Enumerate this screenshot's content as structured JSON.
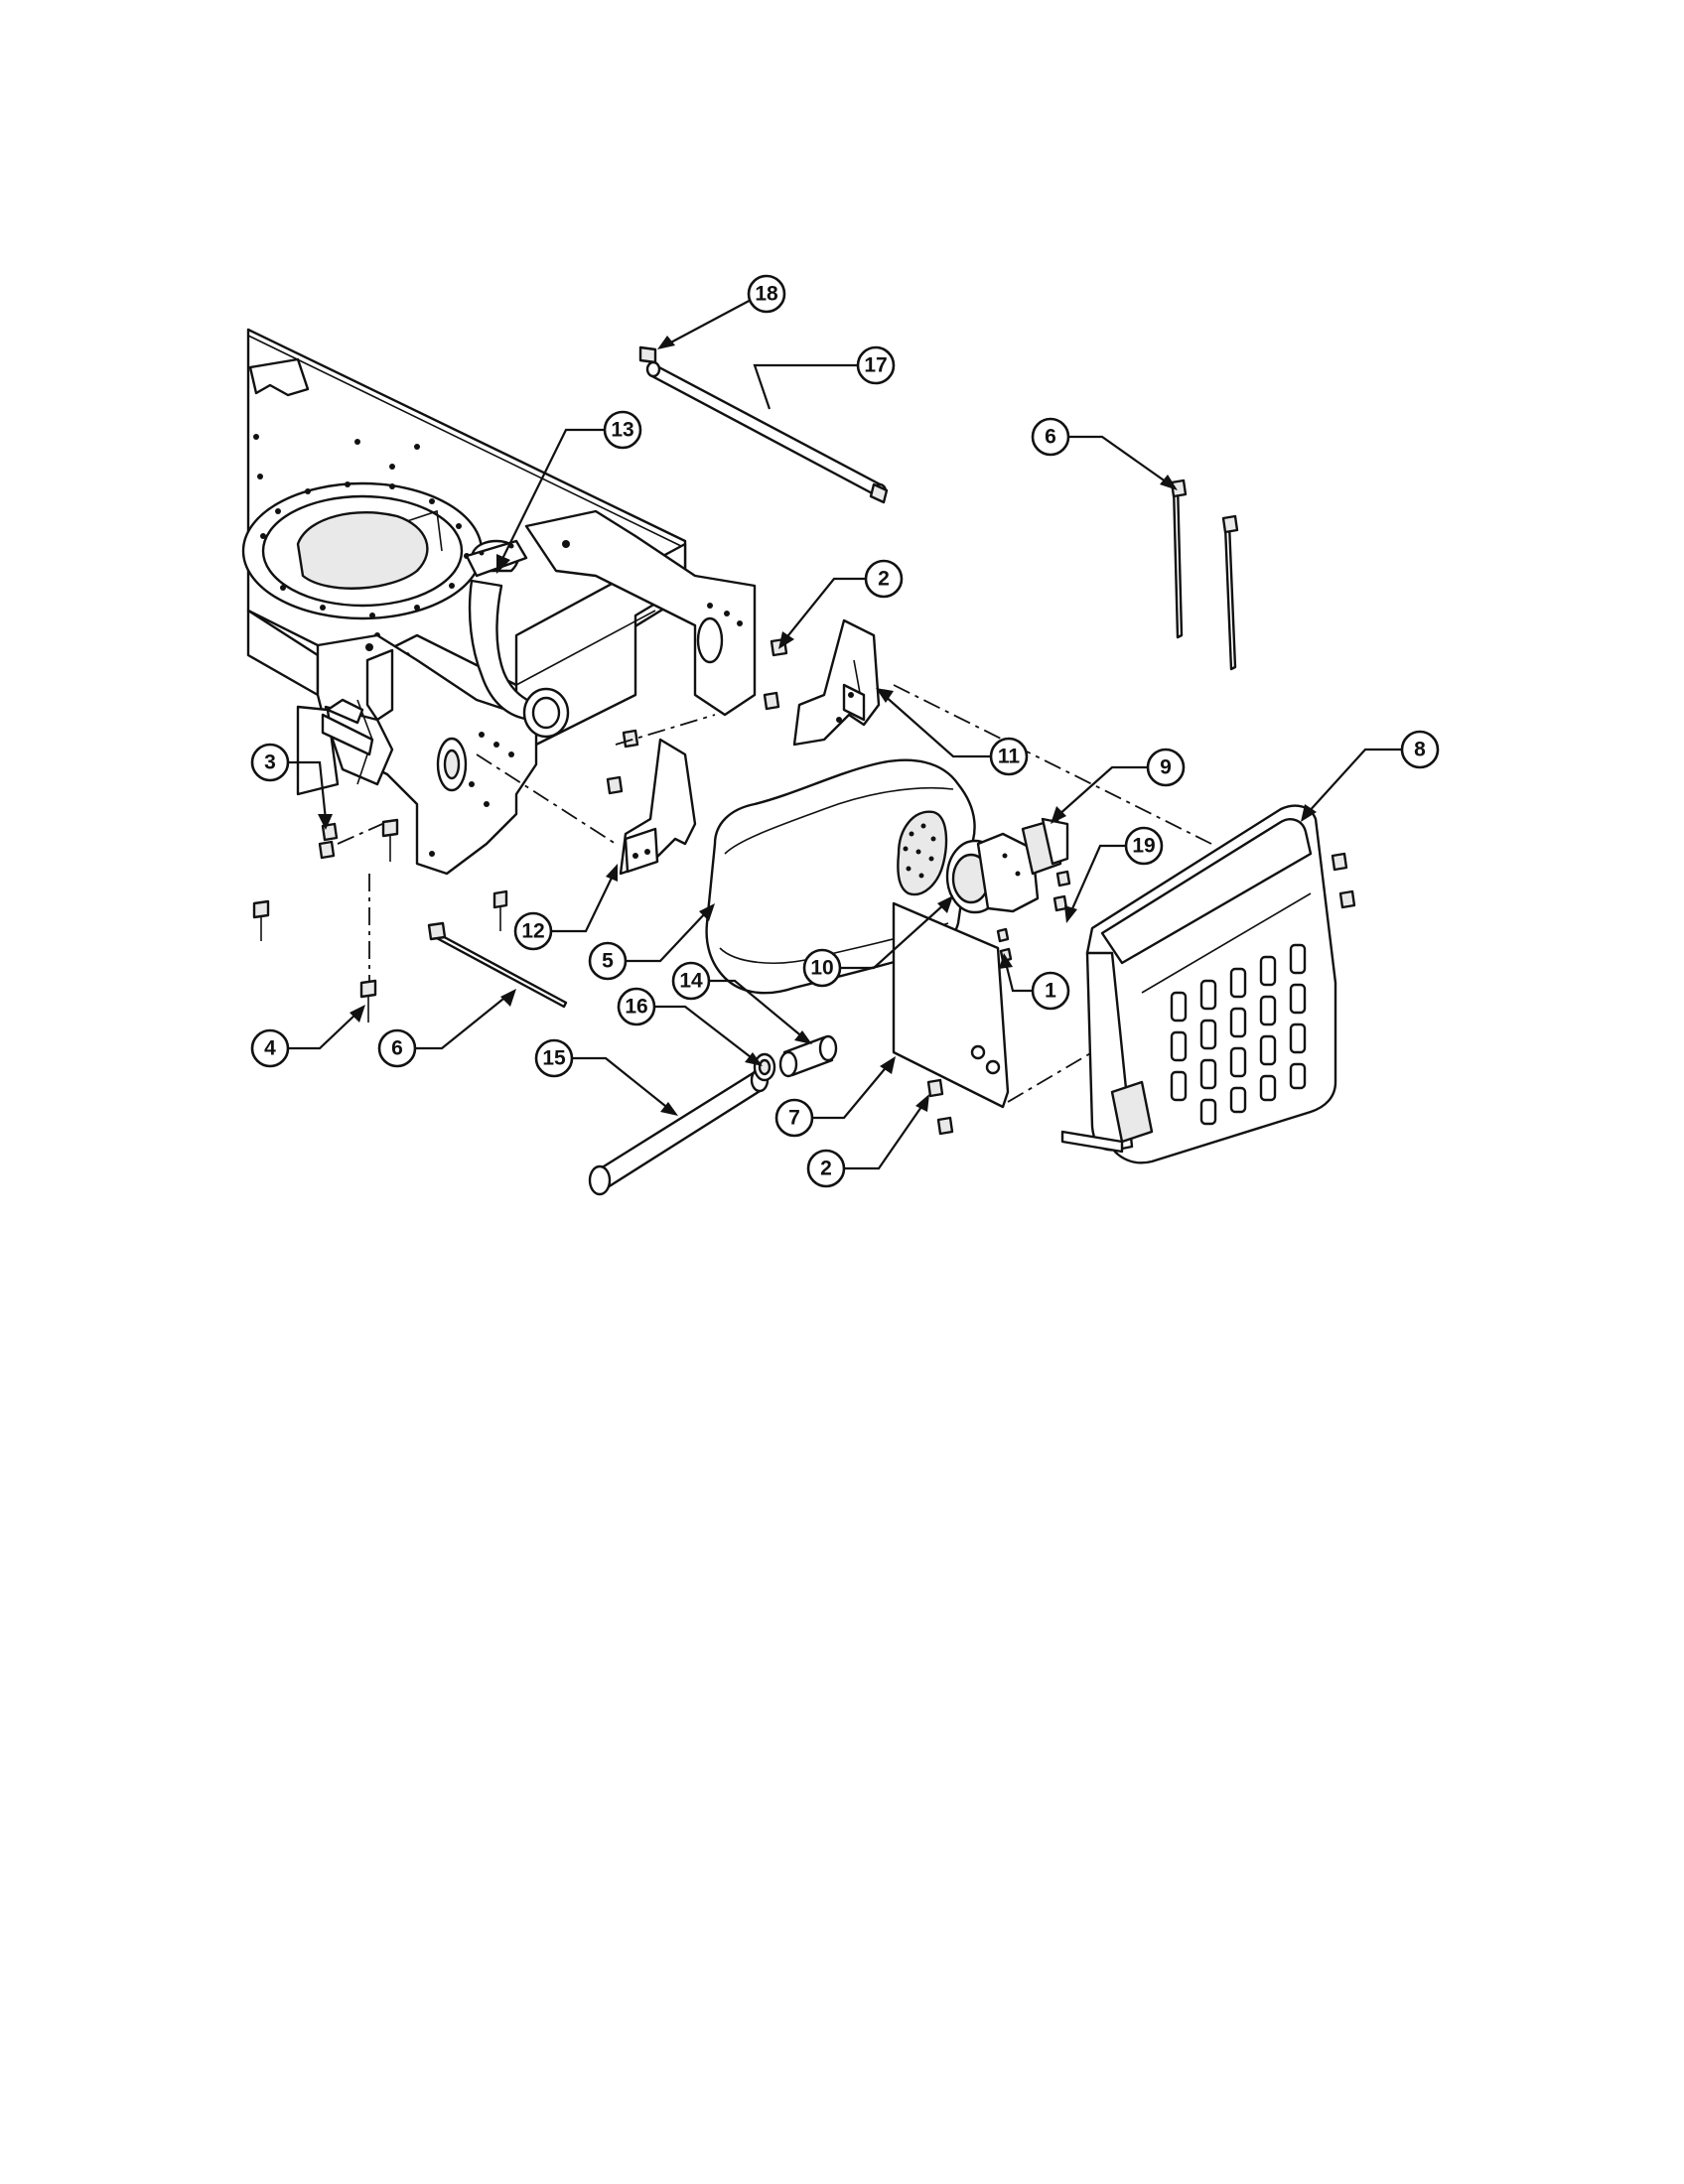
{
  "diagram": {
    "callouts": [
      {
        "id": "c18",
        "label": "18"
      },
      {
        "id": "c17",
        "label": "17"
      },
      {
        "id": "c13",
        "label": "13"
      },
      {
        "id": "c6a",
        "label": "6"
      },
      {
        "id": "c2a",
        "label": "2"
      },
      {
        "id": "c11",
        "label": "11"
      },
      {
        "id": "c9",
        "label": "9"
      },
      {
        "id": "c8",
        "label": "8"
      },
      {
        "id": "c19",
        "label": "19"
      },
      {
        "id": "c3",
        "label": "3"
      },
      {
        "id": "c12",
        "label": "12"
      },
      {
        "id": "c5",
        "label": "5"
      },
      {
        "id": "c10",
        "label": "10"
      },
      {
        "id": "c1",
        "label": "1"
      },
      {
        "id": "c14",
        "label": "14"
      },
      {
        "id": "c16",
        "label": "16"
      },
      {
        "id": "c4",
        "label": "4"
      },
      {
        "id": "c6b",
        "label": "6"
      },
      {
        "id": "c15",
        "label": "15"
      },
      {
        "id": "c7",
        "label": "7"
      },
      {
        "id": "c2b",
        "label": "2"
      }
    ]
  }
}
